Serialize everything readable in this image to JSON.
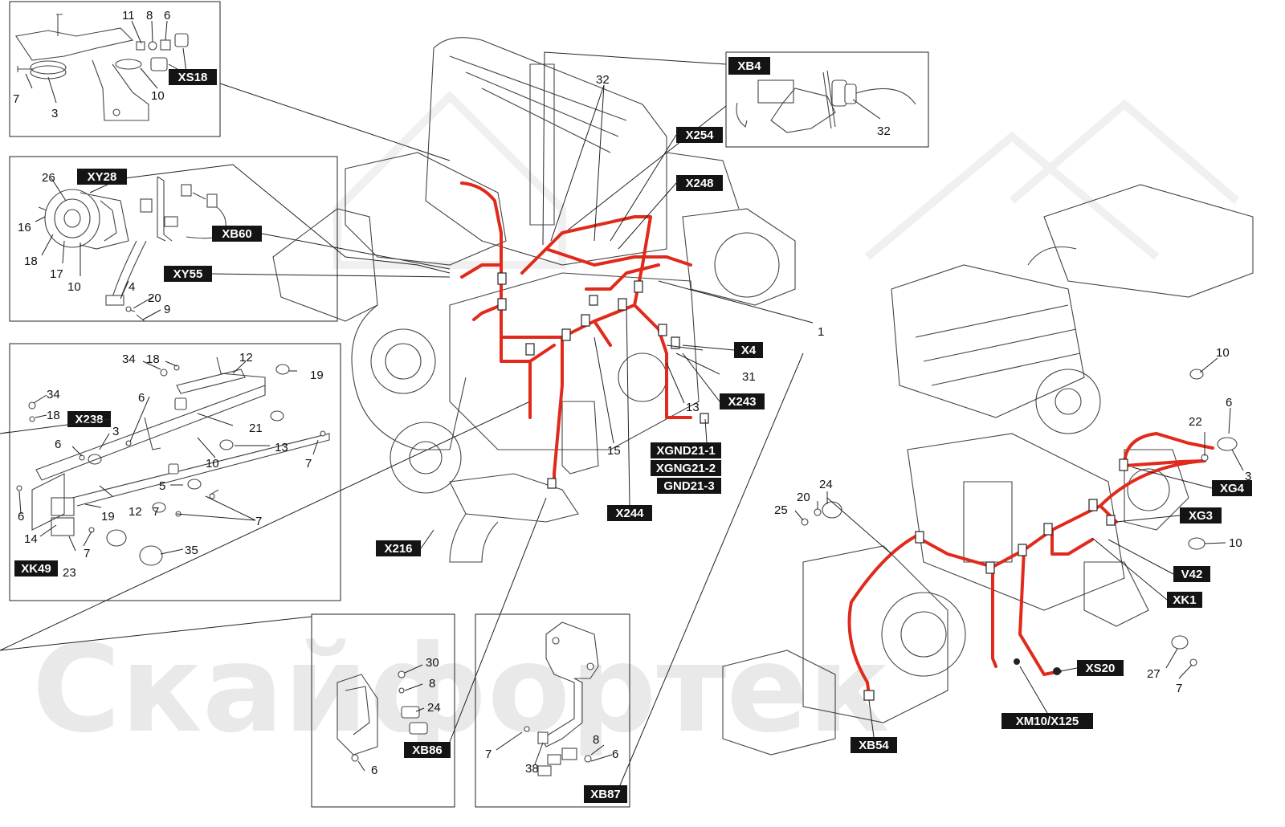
{
  "watermark": {
    "text": "Скайфортек"
  },
  "panels": {
    "xs18": {
      "tag": "XS18",
      "callouts": [
        "11",
        "8",
        "6",
        "7",
        "3",
        "10"
      ]
    },
    "xy28": {
      "tags": [
        "XY28",
        "XB60",
        "XY55"
      ],
      "callouts": [
        "26",
        "16",
        "18",
        "17",
        "10",
        "4",
        "20",
        "9"
      ]
    },
    "x238": {
      "tags": [
        "X238",
        "XK49"
      ],
      "callouts": [
        "34",
        "18",
        "12",
        "19",
        "6",
        "34",
        "18",
        "3",
        "21",
        "13",
        "7",
        "10",
        "6",
        "5",
        "7",
        "6",
        "19",
        "12",
        "7",
        "14",
        "7",
        "35",
        "23"
      ]
    },
    "xb4": {
      "tag": "XB4",
      "callouts": [
        "32"
      ]
    },
    "xb86": {
      "tag": "XB86",
      "callouts": [
        "30",
        "8",
        "24",
        "6"
      ]
    },
    "xb87": {
      "tag": "XB87",
      "callouts": [
        "7",
        "38",
        "8",
        "6"
      ]
    }
  },
  "main_engine": {
    "tags": [
      "X254",
      "X248",
      "X4",
      "X243",
      "XGND21-1",
      "XGNG21-2",
      "GND21-3",
      "X244",
      "X216"
    ],
    "callouts": [
      "32",
      "1",
      "31",
      "13",
      "15"
    ]
  },
  "right_engine": {
    "tags": [
      "XG4",
      "XG3",
      "V42",
      "XK1",
      "XS20",
      "XM10/X125",
      "XB54"
    ],
    "callouts": [
      "10",
      "6",
      "22",
      "3",
      "24",
      "20",
      "25",
      "10",
      "27",
      "7"
    ]
  }
}
